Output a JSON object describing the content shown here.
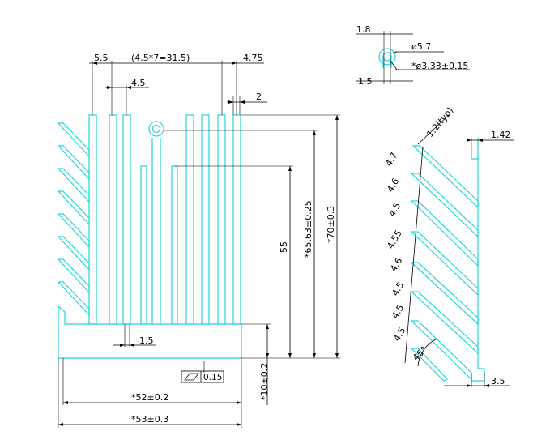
{
  "colors": {
    "profile": "#22d6dc",
    "dimension": "#000000",
    "background": "#ffffff"
  },
  "top_dims": {
    "left_edge": "5.5",
    "pitch_total": "(4.5*7=31.5)",
    "right_edge": "4.75",
    "pitch": "4.5",
    "fin_thickness_top": "2"
  },
  "bottom_dims": {
    "gap": "1.5",
    "flatness_value": "0.15",
    "width_inner": "*52±0.2",
    "width_outer": "*53±0.3"
  },
  "vertical_dims": {
    "fin_height": "55",
    "center_height": "*65.63±0.25",
    "total_height": "*70±0.3",
    "base_thickness": "*10±0.2"
  },
  "hole_detail": {
    "wall": "1.8",
    "diameter": "ø5.7",
    "inner_diameter": "*ø3.33±0.15",
    "slot": "1.5"
  },
  "side_view": {
    "fin_pitches": [
      "4.7",
      "4.6",
      "4.5",
      "4.55",
      "4.6",
      "4.5",
      "4.5",
      "4.5"
    ],
    "fin_thickness": "1.2(typ)",
    "back_thickness": "1.42",
    "angle": "45°",
    "bottom_width": "3.5"
  }
}
